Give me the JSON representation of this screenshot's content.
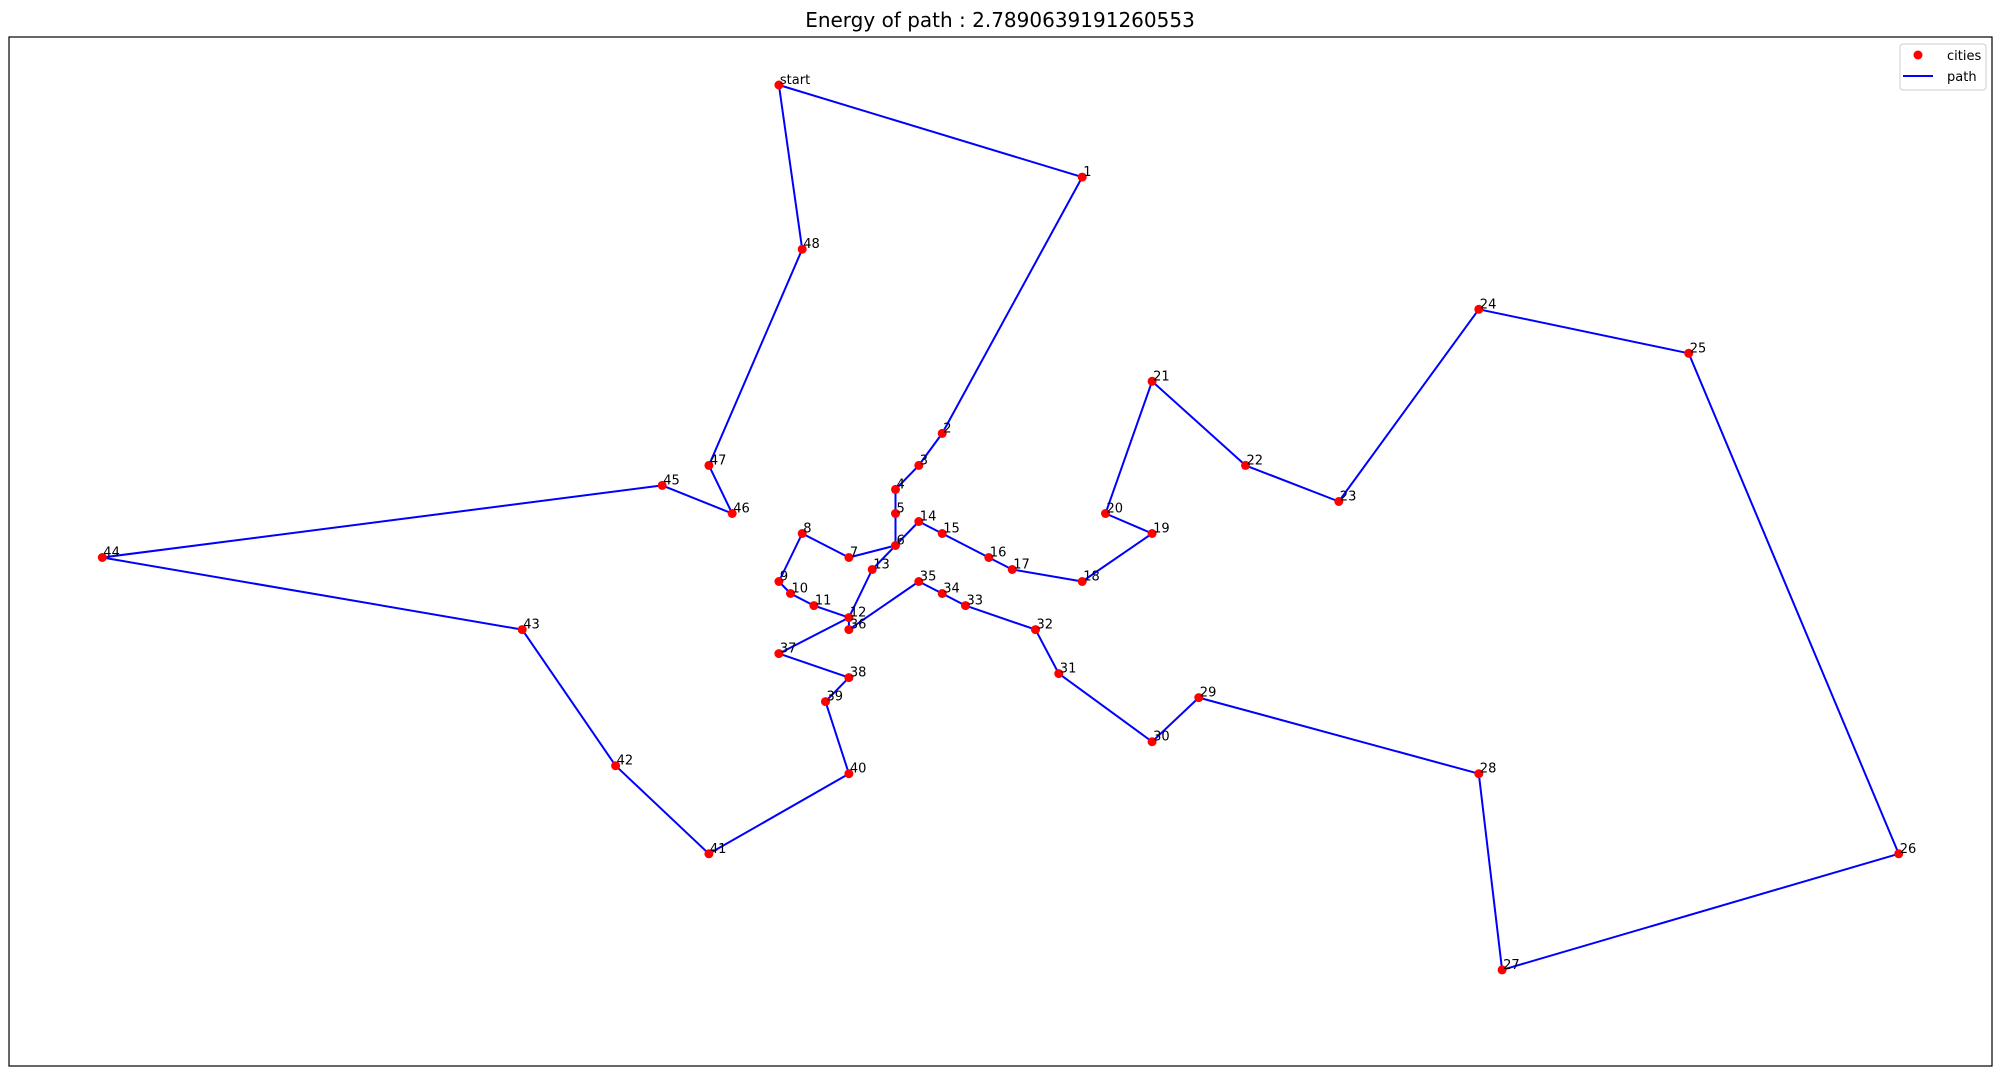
{
  "chart_data": {
    "type": "line",
    "title": "Energy of path : 2.7890639191260553",
    "xlabel": "",
    "ylabel": "",
    "grid": false,
    "ticks": "hidden",
    "xlim": [
      -1.7,
      1.7
    ],
    "ylim": [
      -1.75,
      0.82
    ],
    "legend": {
      "placement": "top-right",
      "entries": [
        {
          "label": "cities",
          "marker": "circle",
          "color": "#ff0000"
        },
        {
          "label": "path",
          "marker": "line",
          "color": "#0000ff"
        }
      ]
    },
    "series": [
      {
        "name": "cities",
        "kind": "scatter",
        "color": "#ff0000",
        "labels": [
          "start",
          "1",
          "2",
          "3",
          "4",
          "5",
          "6",
          "7",
          "8",
          "9",
          "10",
          "11",
          "12",
          "13",
          "14",
          "15",
          "16",
          "17",
          "18",
          "19",
          "20",
          "21",
          "22",
          "23",
          "24",
          "25",
          "26",
          "27",
          "28",
          "29",
          "30",
          "31",
          "32",
          "33",
          "34",
          "35",
          "36",
          "37",
          "38",
          "39",
          "40",
          "41",
          "42",
          "43",
          "44",
          "45",
          "46",
          "47",
          "48"
        ],
        "x": [
          -0.38,
          0.14,
          -0.1,
          -0.14,
          -0.18,
          -0.18,
          -0.18,
          -0.26,
          -0.34,
          -0.38,
          -0.36,
          -0.32,
          -0.26,
          -0.22,
          -0.14,
          -0.1,
          -0.02,
          0.02,
          0.14,
          0.26,
          0.18,
          0.26,
          0.42,
          0.58,
          0.82,
          1.18,
          1.54,
          0.86,
          0.82,
          0.34,
          0.26,
          0.1,
          0.06,
          -0.06,
          -0.1,
          -0.14,
          -0.26,
          -0.38,
          -0.26,
          -0.3,
          -0.26,
          -0.5,
          -0.66,
          -0.82,
          -1.54,
          -0.58,
          -0.46,
          -0.5,
          -0.34
        ],
        "y": [
          0.7,
          0.47,
          -0.17,
          -0.25,
          -0.31,
          -0.37,
          -0.45,
          -0.48,
          -0.42,
          -0.54,
          -0.57,
          -0.6,
          -0.63,
          -0.51,
          -0.39,
          -0.42,
          -0.48,
          -0.51,
          -0.54,
          -0.42,
          -0.37,
          -0.04,
          -0.25,
          -0.34,
          0.14,
          0.03,
          -1.22,
          -1.51,
          -1.02,
          -0.83,
          -0.94,
          -0.77,
          -0.66,
          -0.6,
          -0.57,
          -0.54,
          -0.66,
          -0.72,
          -0.78,
          -0.84,
          -1.02,
          -1.22,
          -1.0,
          -0.66,
          -0.48,
          -0.3,
          -0.37,
          -0.25,
          0.29
        ]
      },
      {
        "name": "path",
        "kind": "line",
        "color": "#0000ff",
        "order": [
          0,
          1,
          2,
          3,
          4,
          5,
          6,
          7,
          8,
          9,
          10,
          11,
          12,
          13,
          6,
          14,
          15,
          16,
          17,
          18,
          19,
          20,
          21,
          22,
          23,
          24,
          25,
          26,
          27,
          28,
          29,
          30,
          31,
          32,
          33,
          34,
          35,
          36,
          12,
          37,
          38,
          39,
          40,
          41,
          42,
          43,
          44,
          45,
          46,
          47,
          48,
          0
        ]
      }
    ]
  }
}
